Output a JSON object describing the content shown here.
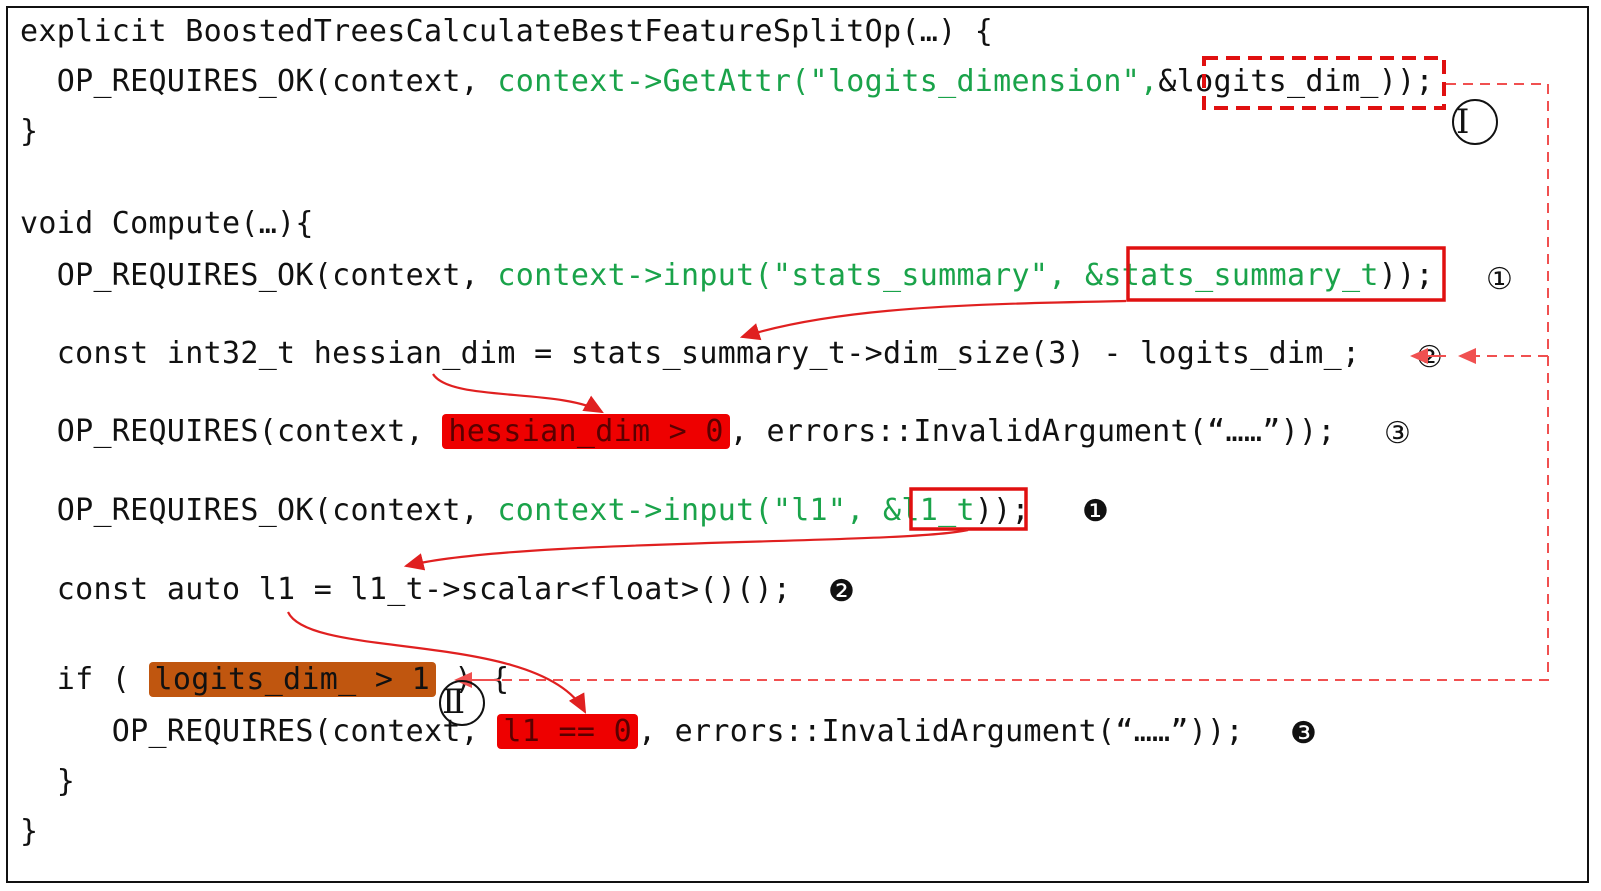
{
  "code": {
    "l1": "explicit BoostedTreesCalculateBestFeatureSplitOp(…) {",
    "l2_a": "  OP_REQUIRES_OK(context, ",
    "l2_g": "context->GetAttr(\"logits_dimension\",",
    "l2_box": "&logits_dim_)",
    "l2_end": ");",
    "l3": "}",
    "l5": "void Compute(…){",
    "l6_a": "  OP_REQUIRES_OK(context, ",
    "l6_g": "context->input(\"stats_summary\", ",
    "l6_box": "&stats_summary_t",
    "l6_end": "));",
    "l7": "  const int32_t hessian_dim = stats_summary_t->dim_size(3) - logits_dim_;",
    "l8_a": "  OP_REQUIRES(context, ",
    "l8_hl": "hessian_dim > 0",
    "l8_end": ", errors::InvalidArgument(“……”));",
    "l9_a": "  OP_REQUIRES_OK(context, ",
    "l9_g": "context->input(\"l1\", ",
    "l9_box": "&l1_t",
    "l9_end": "));",
    "l10": "  const auto l1 = l1_t->scalar<float>()();",
    "l11_a": "  if ( ",
    "l11_hl": "logits_dim_ > 1",
    "l11_end": " ) {",
    "l12_a": "     OP_REQUIRES(context, ",
    "l12_hl": "l1 == 0",
    "l12_end": ", errors::InvalidArgument(“……”));",
    "l13": "  }",
    "l14": "}"
  },
  "markers": {
    "roman1": "Ⅰ",
    "roman2": "Ⅱ",
    "c1": "①",
    "c2": "②",
    "c3": "③",
    "b1": "❶",
    "b2": "❷",
    "b3": "❸"
  },
  "colors": {
    "green_code": "#1aa34a",
    "red_highlight": "#ee0000",
    "brown_highlight": "#c0560f",
    "arrow_red": "#e02020",
    "dashed_red": "#f05050"
  }
}
